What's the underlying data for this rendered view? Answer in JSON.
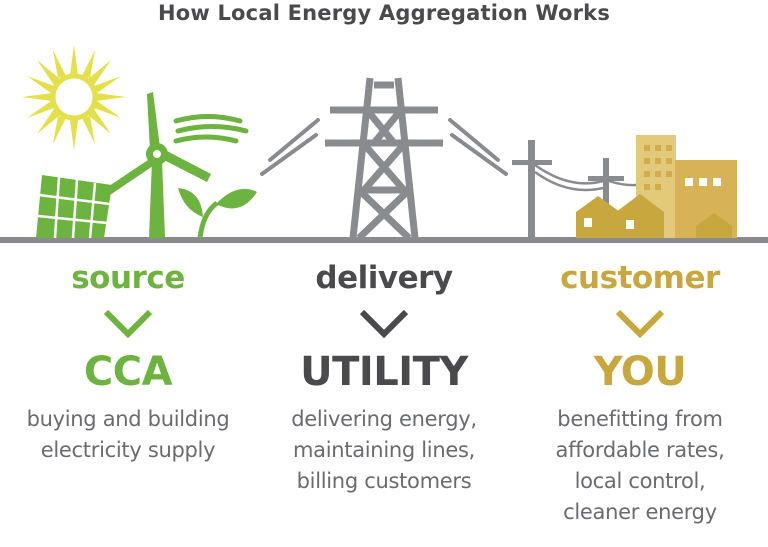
{
  "title": "How Local Energy Aggregation Works",
  "colors": {
    "green": "#6db33f",
    "dark": "#4a4a4d",
    "gold": "#c8a73e",
    "sun": "#e3e04b",
    "gray": "#8a8b8e",
    "text_gray": "#6a6b6e"
  },
  "columns": [
    {
      "stage": "source",
      "role": "CCA",
      "lines": [
        "buying and building",
        "electricity supply"
      ]
    },
    {
      "stage": "delivery",
      "role": "UTILITY",
      "lines": [
        "delivering energy,",
        "maintaining lines,",
        "billing customers"
      ]
    },
    {
      "stage": "customer",
      "role": "YOU",
      "lines": [
        "benefitting from",
        "affordable rates,",
        "local control,",
        "cleaner energy"
      ]
    }
  ]
}
